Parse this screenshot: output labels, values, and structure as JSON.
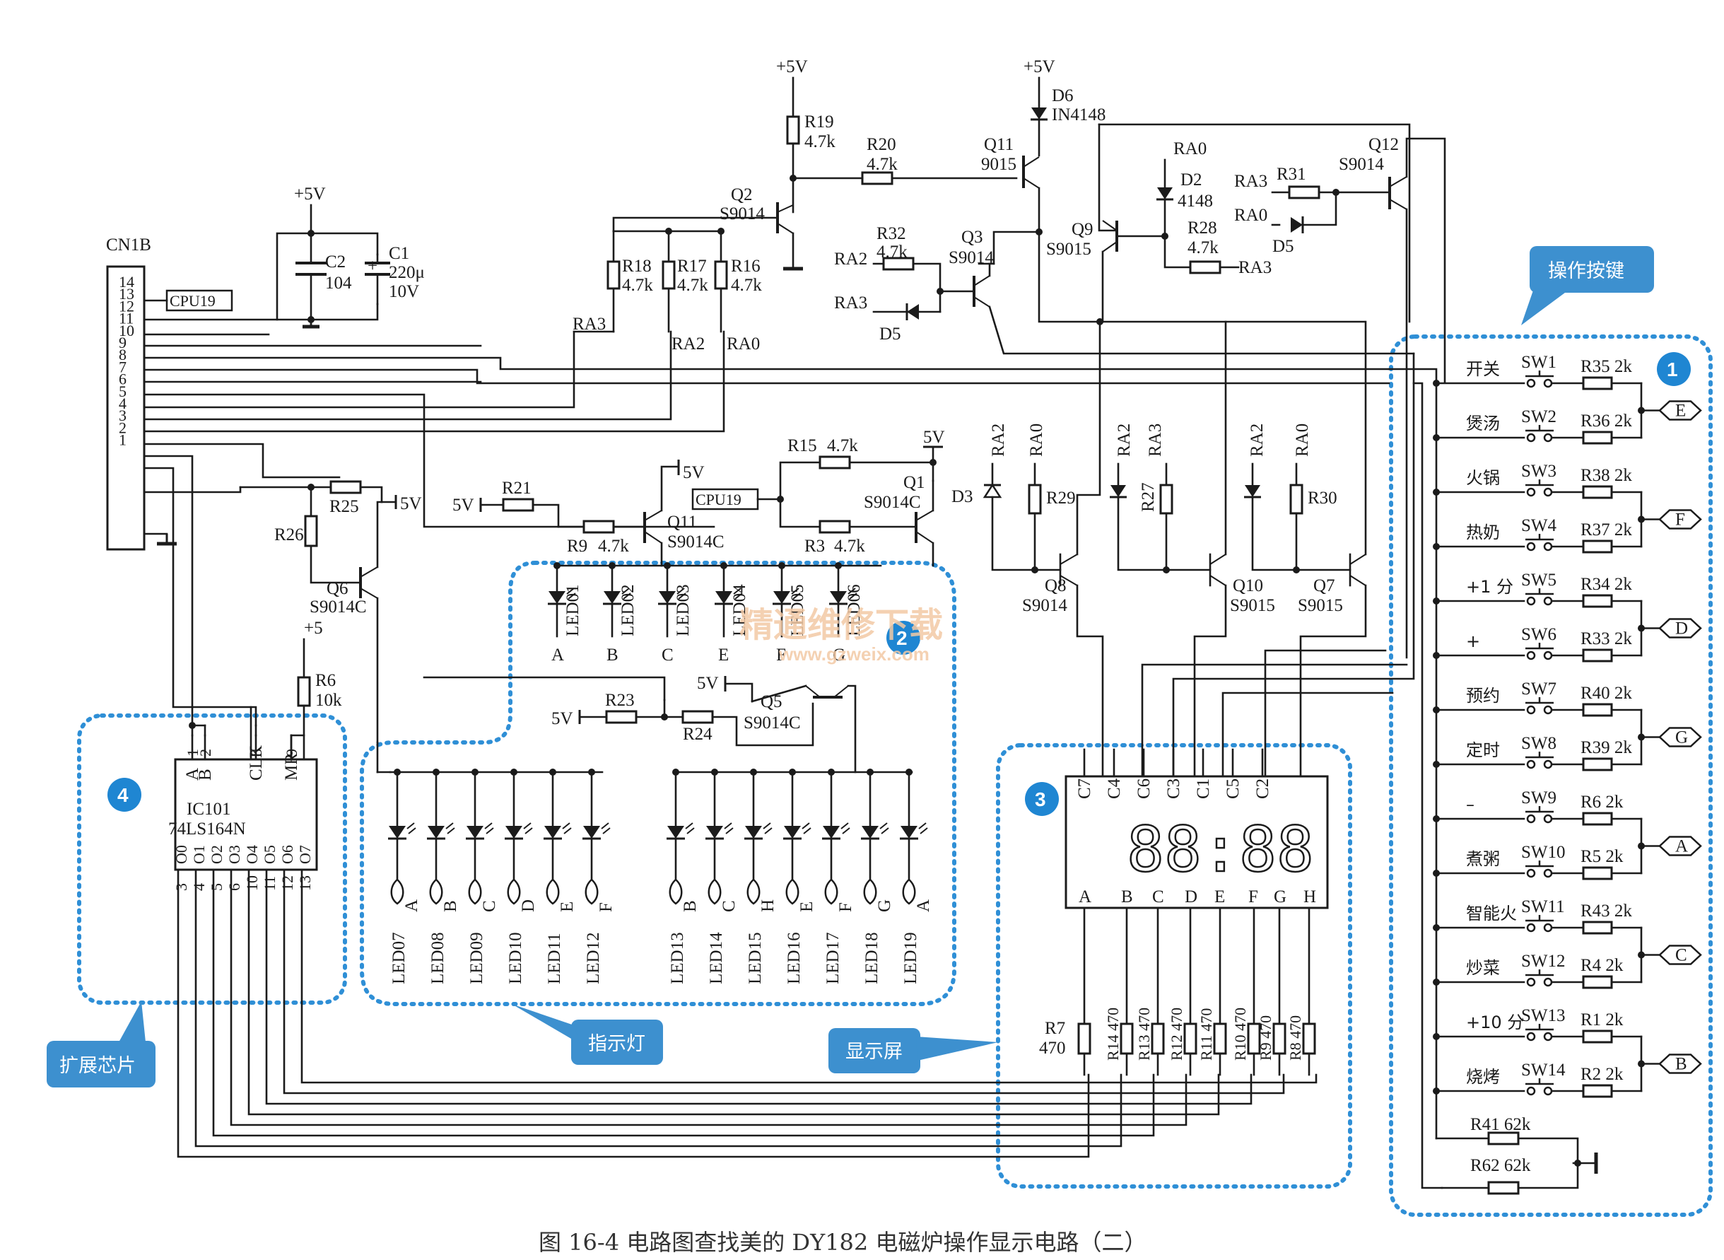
{
  "caption": "图 16-4    电路图查找美的 DY182 电磁炉操作显示电路（二）",
  "watermark": {
    "line1": "精通维修下载",
    "line2": "www.gzweix.com"
  },
  "callouts": {
    "keys": "操作按键",
    "indicator": "指示灯",
    "display": "显示屏",
    "expansion": "扩展芯片"
  },
  "badges": [
    "1",
    "2",
    "3",
    "4"
  ],
  "connector": {
    "name": "CN1B",
    "pins": [
      "14",
      "13",
      "12",
      "11",
      "10",
      "9",
      "8",
      "7",
      "6",
      "5",
      "4",
      "3",
      "2",
      "1"
    ],
    "tag": "CPU19"
  },
  "supply": {
    "vcc": "+5V",
    "vcc_short": "5V",
    "vcc_r6": "+5"
  },
  "caps": {
    "c2_name": "C2",
    "c2_value": "104",
    "c1_name": "C1",
    "c1_value": "220μ",
    "c1_volt": "10V"
  },
  "resistors": {
    "r19": [
      "R19",
      "4.7k"
    ],
    "r20": [
      "R20",
      "4.7k"
    ],
    "r32": [
      "R32",
      "4.7k"
    ],
    "r28": [
      "R28",
      "4.7k"
    ],
    "r31": "R31",
    "r18": [
      "R18",
      "4.7k"
    ],
    "r17": [
      "R17",
      "4.7k"
    ],
    "r16": [
      "R16",
      "4.7k"
    ],
    "r15": [
      "R15",
      "4.7k"
    ],
    "r21": "R21",
    "r9": [
      "R9",
      "4.7k"
    ],
    "r3": [
      "R3",
      "4.7k"
    ],
    "r25": "R25",
    "r26": "R26",
    "r29": "R29",
    "r27": "R27",
    "r30": "R30",
    "r23": "R23",
    "r24": "R24",
    "r6": [
      "R6",
      "10k"
    ],
    "r7": [
      "R7",
      "470"
    ]
  },
  "transistors": {
    "q2": [
      "Q2",
      "S9014"
    ],
    "q11a": [
      "Q11",
      "9015"
    ],
    "q3": [
      "Q3",
      "S9014"
    ],
    "q9": [
      "Q9",
      "S9015"
    ],
    "q12": [
      "Q12",
      "S9014"
    ],
    "q1": [
      "Q1",
      "S9014C"
    ],
    "q11b": [
      "Q11",
      "S9014C"
    ],
    "q6": [
      "Q6",
      "S9014C"
    ],
    "q5": [
      "Q5",
      "S9014C"
    ],
    "q8": [
      "Q8",
      "S9014"
    ],
    "q10": [
      "Q10",
      "S9015"
    ],
    "q7": [
      "Q7",
      "S9015"
    ]
  },
  "diodes": {
    "d6": [
      "D6",
      "IN4148"
    ],
    "d2": [
      "D2",
      "4148"
    ],
    "d5": "D5",
    "d3": "D3"
  },
  "nets": {
    "ra0": "RA0",
    "ra2": "RA2",
    "ra3": "RA3"
  },
  "leds_top": [
    "LED01",
    "LED02",
    "LED03",
    "LED04",
    "LED05",
    "LED06"
  ],
  "leds_top_segs": [
    "A",
    "B",
    "C",
    "E",
    "F",
    "G"
  ],
  "leds_left": [
    "LED07",
    "LED08",
    "LED09",
    "LED10",
    "LED11",
    "LED12"
  ],
  "leds_left_segs": [
    "A",
    "B",
    "C",
    "D",
    "E",
    "F"
  ],
  "leds_right": [
    "LED13",
    "LED14",
    "LED15",
    "LED16",
    "LED17",
    "LED18",
    "LED19"
  ],
  "leds_right_segs": [
    "B",
    "C",
    "H",
    "E",
    "F",
    "G",
    "A"
  ],
  "ic": {
    "name": "IC101",
    "part": "74LS164N",
    "top_pins": [
      {
        "num": "1",
        "lab": "A"
      },
      {
        "num": "2",
        "lab": "B"
      },
      {
        "num": "8",
        "lab": "CLK"
      },
      {
        "num": "9",
        "lab": "MR"
      }
    ],
    "outputs": [
      "O0",
      "O1",
      "O2",
      "O3",
      "O4",
      "O5",
      "O6",
      "O7"
    ],
    "out_pins": [
      "3",
      "4",
      "5",
      "6",
      "10",
      "11",
      "12",
      "13"
    ]
  },
  "display": {
    "digits": "88:88",
    "commons": [
      "C7",
      "C4",
      "C6",
      "C3",
      "C1",
      "C5",
      "C2"
    ],
    "segments": [
      "A",
      "B",
      "C",
      "D",
      "E",
      "F",
      "G",
      "H"
    ],
    "resistors": [
      "R14 470",
      "R13 470",
      "R12 470",
      "R11 470",
      "R10 470",
      "R9 470",
      "R8 470"
    ]
  },
  "keys": [
    {
      "label": "开关",
      "sw": "SW1",
      "r": "R35 2k"
    },
    {
      "label": "煲汤",
      "sw": "SW2",
      "r": "R36 2k"
    },
    {
      "label": "火锅",
      "sw": "SW3",
      "r": "R38 2k"
    },
    {
      "label": "热奶",
      "sw": "SW4",
      "r": "R37 2k"
    },
    {
      "label": "+1 分",
      "sw": "SW5",
      "r": "R34 2k"
    },
    {
      "label": "+",
      "sw": "SW6",
      "r": "R33 2k"
    },
    {
      "label": "预约",
      "sw": "SW7",
      "r": "R40 2k"
    },
    {
      "label": "定时",
      "sw": "SW8",
      "r": "R39 2k"
    },
    {
      "label": "–",
      "sw": "SW9",
      "r": "R6 2k"
    },
    {
      "label": "煮粥",
      "sw": "SW10",
      "r": "R5 2k"
    },
    {
      "label": "智能火",
      "sw": "SW11",
      "r": "R43 2k"
    },
    {
      "label": "炒菜",
      "sw": "SW12",
      "r": "R4 2k"
    },
    {
      "label": "+10 分",
      "sw": "SW13",
      "r": "R1 2k"
    },
    {
      "label": "烧烤",
      "sw": "SW14",
      "r": "R2 2k"
    }
  ],
  "key_outputs": [
    "E",
    "F",
    "D",
    "G",
    "A",
    "C",
    "B"
  ],
  "pull_resistors": [
    "R41 62k",
    "R62 62k"
  ]
}
